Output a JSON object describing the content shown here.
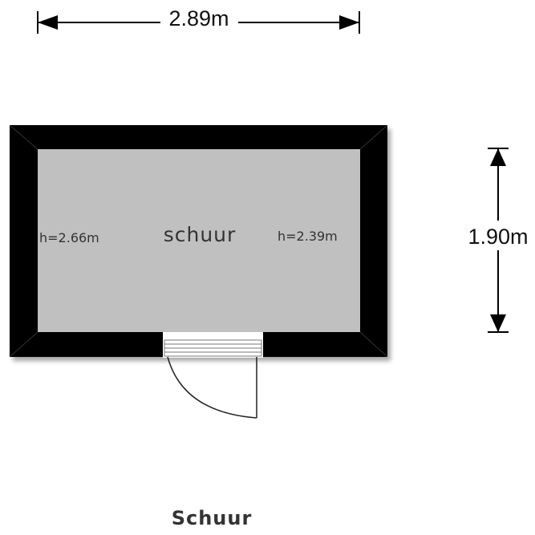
{
  "dimensions": {
    "width_label": "2.89m",
    "height_label": "1.90m"
  },
  "room": {
    "name": "schuur",
    "left_height": "h=2.66m",
    "right_height": "h=2.39m"
  },
  "plan_title": "Schuur",
  "colors": {
    "wall": "#000000",
    "floor": "#c0c0c0",
    "dimension_line": "#000000",
    "text": "#333333"
  }
}
